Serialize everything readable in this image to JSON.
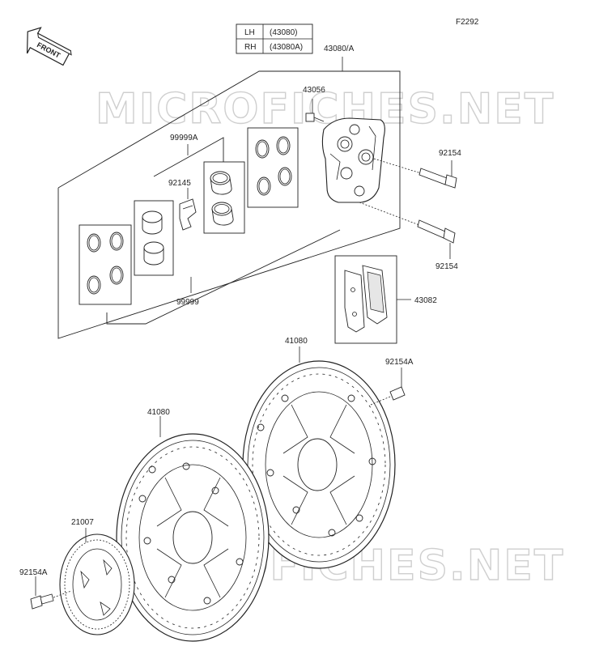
{
  "figure_code": "F2292",
  "front_label": "FRONT",
  "side_table": [
    {
      "side": "LH",
      "part": "(43080)"
    },
    {
      "side": "RH",
      "part": "(43080A)"
    }
  ],
  "watermark": "MICROFICHES.NET",
  "parts": {
    "caliper_assembly": "43080/A",
    "bleeder": "43056",
    "seal_kit_a": "99999A",
    "pad_spring": "92145",
    "bolt_upper": "92154",
    "bolt_lower": "92154",
    "seal_kit": "99999",
    "pad_set": "43082",
    "disc_rear": "41080",
    "disc_front": "41080",
    "disc_bolt_right": "92154A",
    "sensor_ring": "21007",
    "disc_bolt_left": "92154A"
  }
}
